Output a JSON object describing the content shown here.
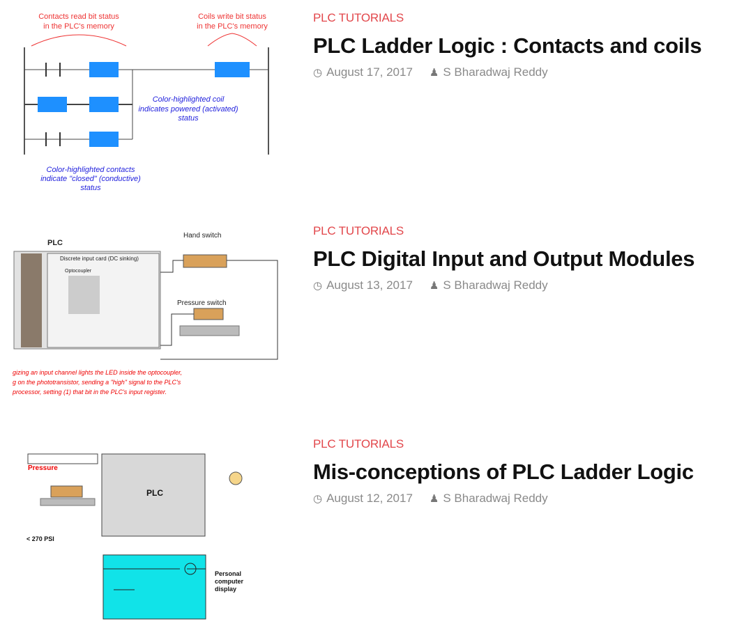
{
  "posts": [
    {
      "category": "PLC TUTORIALS",
      "title": "PLC Ladder Logic : Contacts and coils",
      "date": "August 17, 2017",
      "author": "S Bharadwaj Reddy",
      "image": {
        "label_a": "Contacts read bit status",
        "label_a2": "in the PLC's memory",
        "label_b": "Coils write bit status",
        "label_b2": "in the PLC's memory",
        "note_coil": "Color-highlighted coil",
        "note_coil2": "indicates powered (activated)",
        "note_coil3": "status",
        "note_contacts": "Color-highlighted contacts",
        "note_contacts2": "indicate \"closed\" (conductive)",
        "note_contacts3": "status"
      }
    },
    {
      "category": "PLC TUTORIALS",
      "title": "PLC Digital Input and Output Modules",
      "date": "August 13, 2017",
      "author": "S Bharadwaj Reddy",
      "image": {
        "plc": "PLC",
        "card": "Discrete input card (DC sinking)",
        "hand": "Hand switch",
        "pressure": "Pressure switch",
        "opto": "Optocoupler",
        "cap1": "gizing an input channel lights the LED inside the optocoupler,",
        "cap2": "g on the phototransistor, sending a \"high\" signal to the PLC's",
        "cap3": "processor, setting (1) that bit in the PLC's input register."
      }
    },
    {
      "category": "PLC TUTORIALS",
      "title": "Mis-conceptions of PLC Ladder Logic",
      "date": "August 12, 2017",
      "author": "S Bharadwaj Reddy",
      "image": {
        "plc": "PLC",
        "pressure": "Pressure",
        "psi": "< 270 PSI",
        "pc": "Personal",
        "pc2": "computer",
        "pc3": "display"
      }
    }
  ],
  "icons": {
    "date": "clock-icon",
    "author": "user-icon"
  },
  "colors": {
    "category": "#e2474b",
    "title": "#111111",
    "meta": "#8a8a8a"
  }
}
